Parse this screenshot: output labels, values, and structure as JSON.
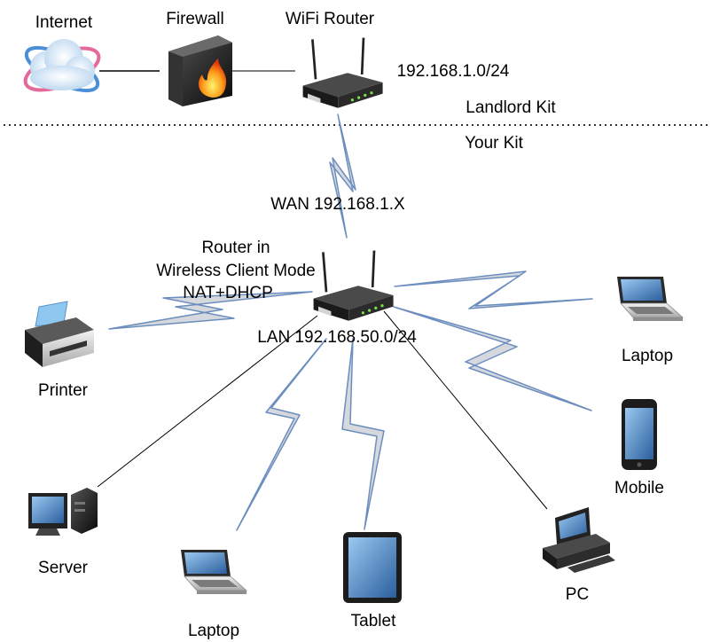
{
  "labels": {
    "internet": "Internet",
    "firewall": "Firewall",
    "wifi_router": "WiFi Router",
    "landlord_subnet": "192.168.1.0/24",
    "landlord_kit": "Landlord Kit",
    "your_kit": "Your Kit",
    "wan": "WAN 192.168.1.X",
    "router_line1": "Router in",
    "router_line2": "Wireless Client Mode",
    "router_line3": "NAT+DHCP",
    "lan": "LAN 192.168.50.0/24",
    "printer": "Printer",
    "laptop_right": "Laptop",
    "mobile": "Mobile",
    "server": "Server",
    "laptop_bottom": "Laptop",
    "tablet": "Tablet",
    "pc": "PC"
  },
  "colors": {
    "wireless_fill": "#d5d8dc",
    "wireless_stroke": "#6c8ebf",
    "wire": "#000000",
    "divider": "#333333"
  },
  "icons": {
    "internet": "globe-cloud-icon",
    "firewall": "firewall-icon",
    "router": "router-icon",
    "printer": "printer-icon",
    "laptop": "laptop-icon",
    "mobile": "mobile-phone-icon",
    "server": "server-tower-icon",
    "tablet": "tablet-icon",
    "pc": "desktop-pc-icon"
  }
}
